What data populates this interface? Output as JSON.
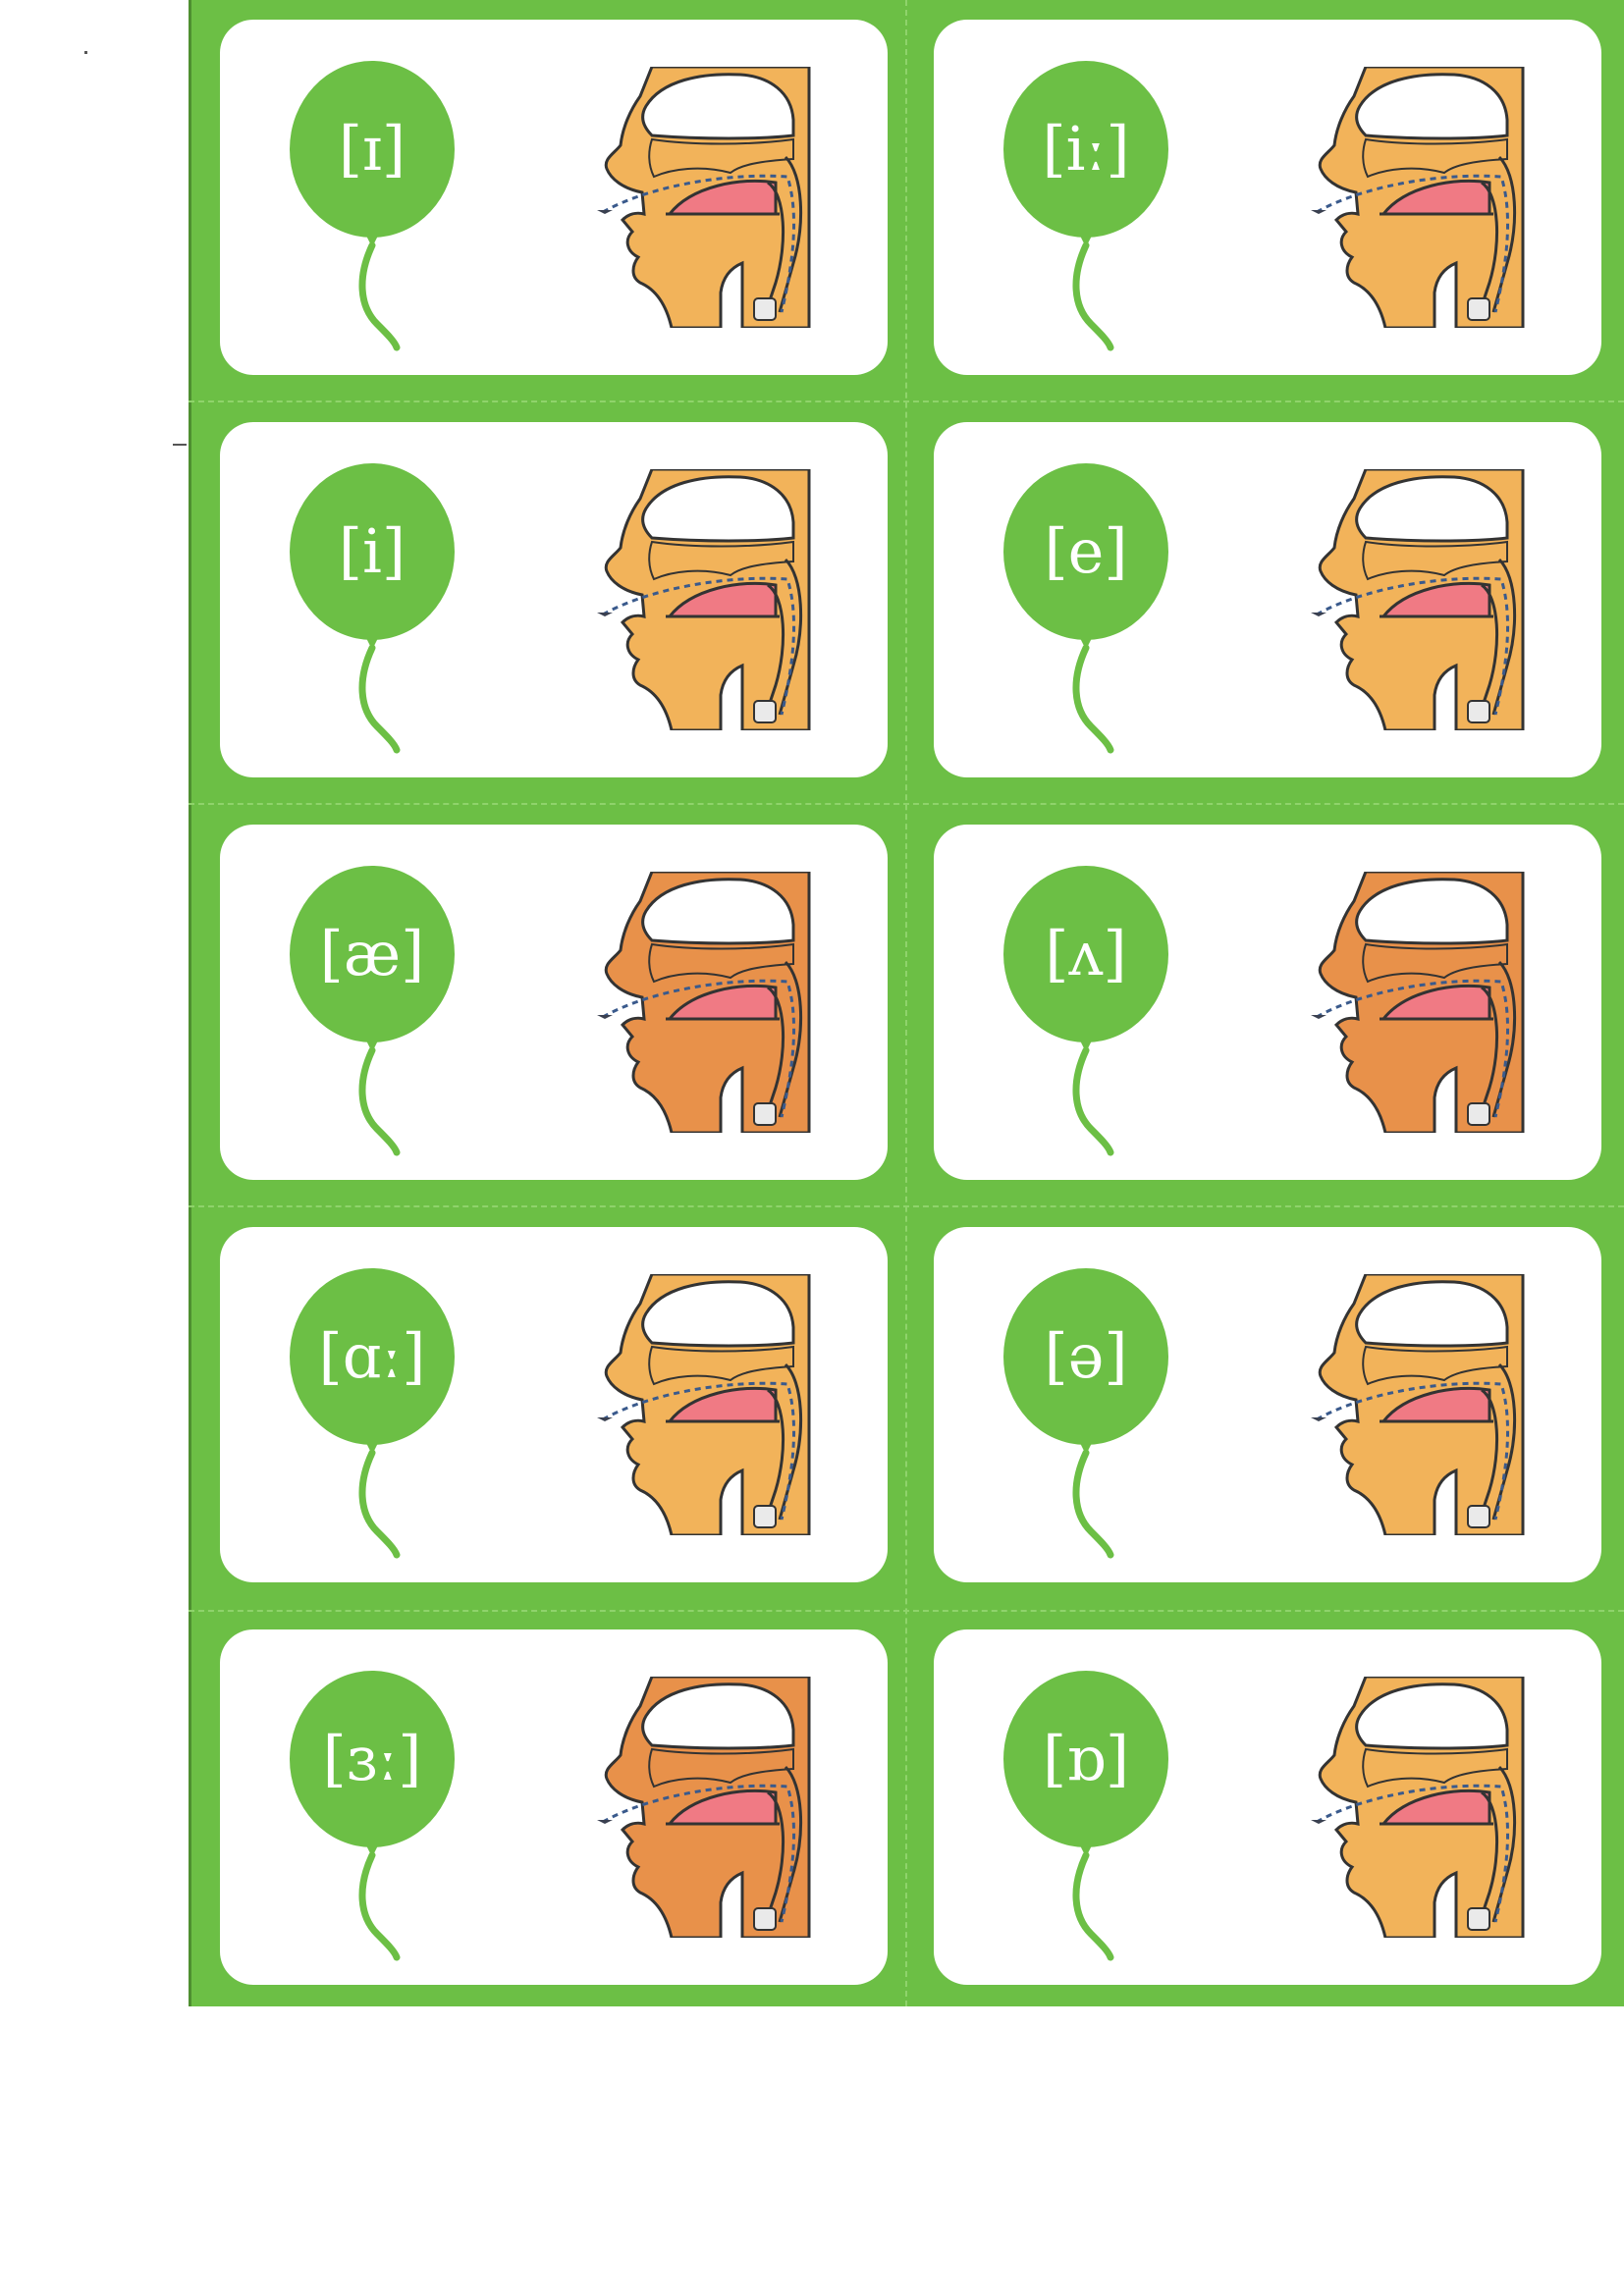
{
  "sheet": {
    "background_color": "#6cbf45",
    "card_color": "#ffffff",
    "cards": [
      {
        "symbol": "[ɪ]",
        "skin": "#f2b35a",
        "icon": "mouth-cross-section-icon"
      },
      {
        "symbol": "[iː]",
        "skin": "#f2b35a",
        "icon": "mouth-cross-section-icon"
      },
      {
        "symbol": "[i]",
        "skin": "#f2b35a",
        "icon": "mouth-cross-section-icon"
      },
      {
        "symbol": "[e]",
        "skin": "#f2b35a",
        "icon": "mouth-cross-section-icon"
      },
      {
        "symbol": "[æ]",
        "skin": "#e8914a",
        "icon": "mouth-cross-section-icon"
      },
      {
        "symbol": "[ʌ]",
        "skin": "#e8914a",
        "icon": "mouth-cross-section-icon"
      },
      {
        "symbol": "[ɑː]",
        "skin": "#f2b35a",
        "icon": "mouth-cross-section-icon"
      },
      {
        "symbol": "[ə]",
        "skin": "#f2b35a",
        "icon": "mouth-cross-section-icon"
      },
      {
        "symbol": "[ɜː]",
        "skin": "#e8914a",
        "icon": "mouth-cross-section-icon"
      },
      {
        "symbol": "[ɒ]",
        "skin": "#f2b35a",
        "icon": "mouth-cross-section-icon"
      }
    ]
  }
}
